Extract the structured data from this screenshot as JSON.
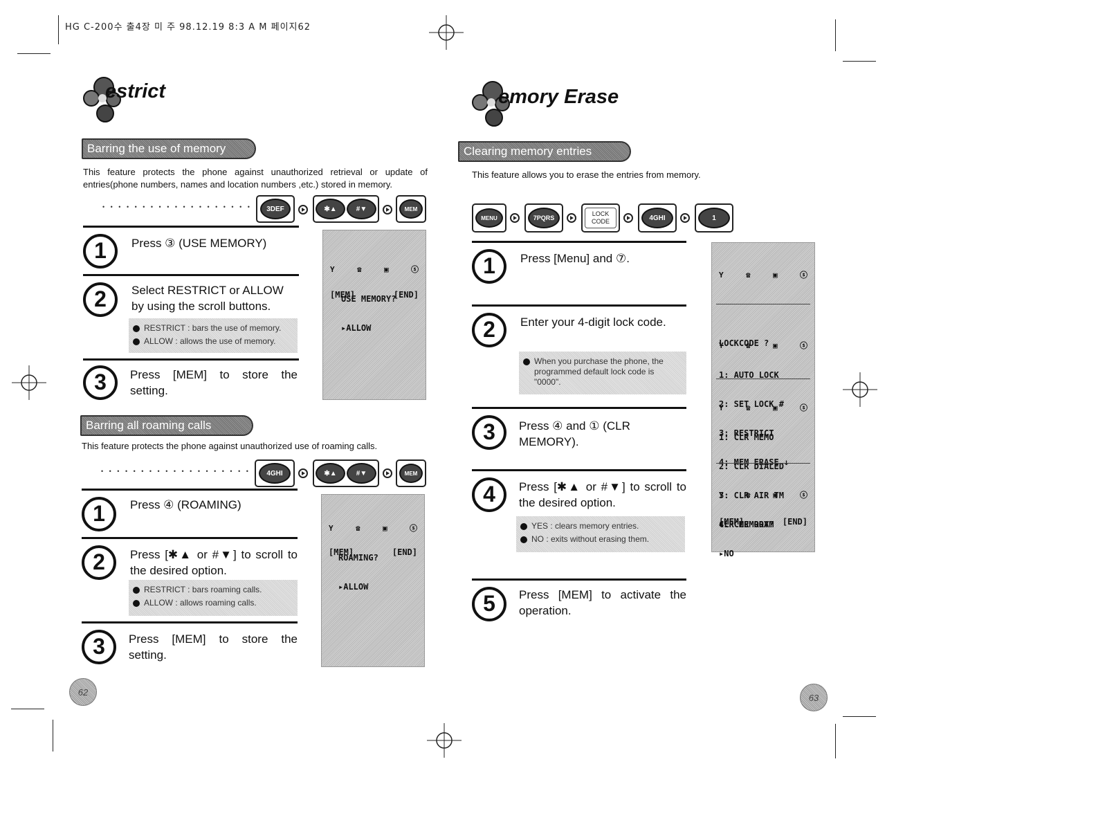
{
  "header": {
    "print_info": "HG C-200수 출4장 미 주  98.12.19 8:3 A M     페이지62"
  },
  "left": {
    "title": "estrict",
    "sections": [
      {
        "banner": "Barring the use of memory",
        "description": "This feature protects the phone against unauthorized retrieval or update of entries(phone numbers, names and location numbers ,etc.) stored in memory.",
        "keys": [
          "3DEF",
          "✱▲",
          "#▼",
          "MEM"
        ],
        "steps": [
          {
            "num": "1",
            "text": "Press ③ (USE MEMORY)"
          },
          {
            "num": "2",
            "text": "Select RESTRICT or ALLOW by using the scroll buttons.",
            "notes": [
              "RESTRICT : bars the use of memory.",
              "ALLOW : allows the use of memory."
            ]
          },
          {
            "num": "3",
            "text": "Press [MEM] to store the setting."
          }
        ],
        "screen": {
          "icons": [
            "Y",
            "☎",
            "▣",
            "ⓢ"
          ],
          "line1": "USE MEMORY?",
          "line2": "▸ALLOW",
          "soft_left": "[MEM]",
          "soft_right": "[END]"
        }
      },
      {
        "banner": "Barring all roaming calls",
        "description": "This feature protects the phone against unauthorized use of roaming calls.",
        "keys": [
          "4GHI",
          "✱▲",
          "#▼",
          "MEM"
        ],
        "steps": [
          {
            "num": "1",
            "text": "Press ④ (ROAMING)"
          },
          {
            "num": "2",
            "text": "Press [✱▲ or #▼] to scroll to the desired option.",
            "notes": [
              "RESTRICT : bars roaming calls.",
              "ALLOW : allows roaming calls."
            ]
          },
          {
            "num": "3",
            "text": "Press [MEM] to store the setting."
          }
        ],
        "screen": {
          "icons": [
            "Y",
            "☎",
            "▣",
            "ⓢ"
          ],
          "line1": "ROAMING?",
          "line2": "▸ALLOW",
          "soft_left": "[MEM]",
          "soft_right": "[END]"
        }
      }
    ],
    "page_number": "62"
  },
  "right": {
    "title": "emory Erase",
    "banner": "Clearing memory entries",
    "description": "This feature allows you to erase the entries from memory.",
    "keys": [
      "MENU",
      "7PQRS",
      "LOCK CODE",
      "4GHI",
      "1"
    ],
    "steps": [
      {
        "num": "1",
        "text": "Press [Menu] and ⑦."
      },
      {
        "num": "2",
        "text": "Enter your 4-digit lock code.",
        "notes": [
          "When you purchase the phone, the programmed default lock code is \"0000\"."
        ]
      },
      {
        "num": "3",
        "text": "Press ④ and ① (CLR MEMORY)."
      },
      {
        "num": "4",
        "text": "Press [✱▲ or #▼] to scroll to the desired option.",
        "notes": [
          "YES : clears memory entries.",
          "NO : exits without erasing them."
        ]
      },
      {
        "num": "5",
        "text": "Press [MEM] to activate the operation."
      }
    ],
    "screen": {
      "icons": [
        "Y",
        "☎",
        "▣",
        "ⓢ"
      ],
      "lockcode": "LOCKCODE ?",
      "menu": [
        "1: AUTO LOCK",
        "2: SET LOCK #",
        "3: RESTRICT",
        "4: MEM ERASE ↓"
      ],
      "clr": [
        "1: CLR MEMO",
        "2: CLR DIALED",
        "3: CLR AIR TM",
        "4: CLR ROAM"
      ],
      "confirm1": "CLR MEMORY?",
      "confirm2": "▸NO",
      "soft_left": "[MEM]",
      "soft_right": "[END]"
    },
    "page_number": "63"
  }
}
